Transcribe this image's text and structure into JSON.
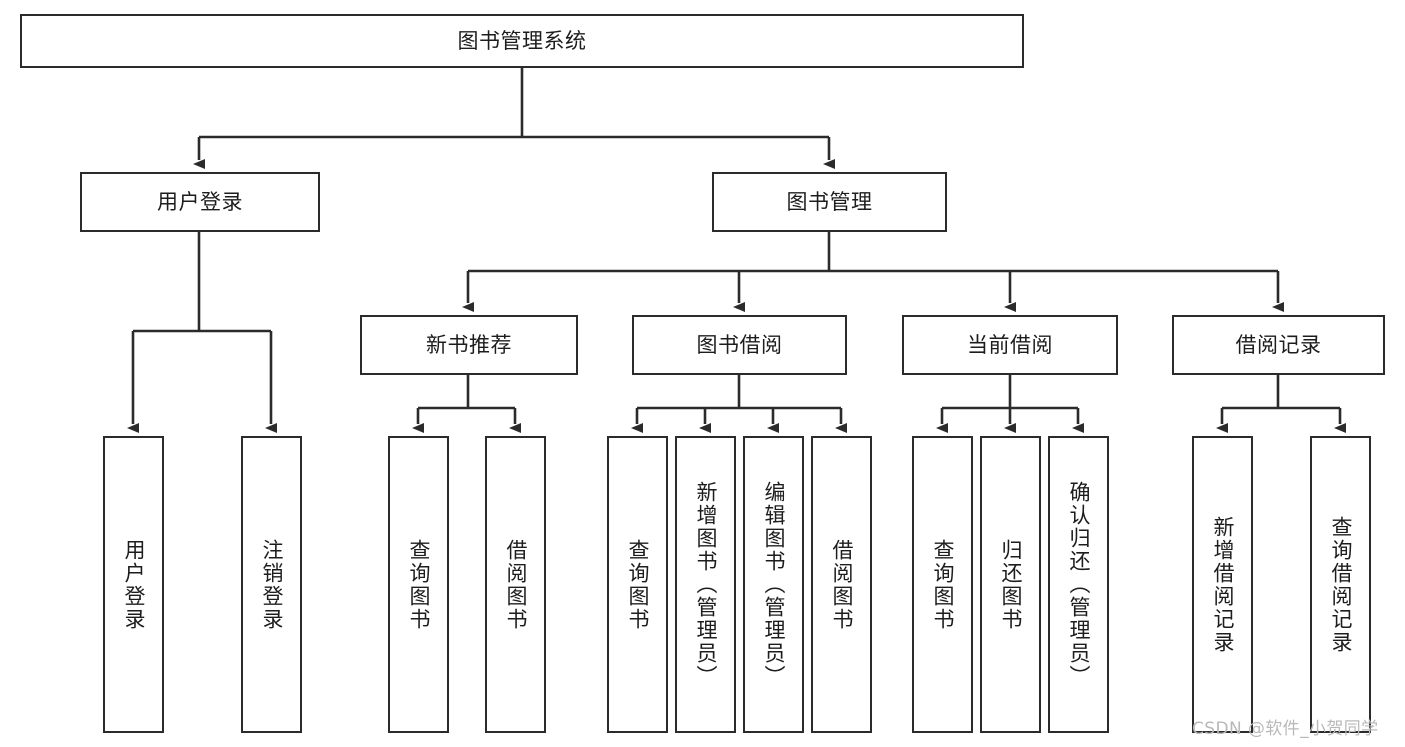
{
  "diagram": {
    "title": "图书管理系统",
    "type": "tree-hierarchy-diagram",
    "colors": {
      "box_border": "#2b2b2b",
      "box_fill": "#ffffff",
      "edge": "#2b2b2b",
      "text": "#1d1d1d",
      "background": "#ffffff",
      "watermark": "#b9b9b9"
    },
    "nodes": {
      "root": {
        "label": "图书管理系统",
        "orientation": "horizontal"
      },
      "level1": [
        {
          "label": "用户登录",
          "orientation": "horizontal"
        },
        {
          "label": "图书管理",
          "orientation": "horizontal"
        }
      ],
      "level2": [
        {
          "label": "新书推荐",
          "orientation": "horizontal"
        },
        {
          "label": "图书借阅",
          "orientation": "horizontal"
        },
        {
          "label": "当前借阅",
          "orientation": "horizontal"
        },
        {
          "label": "借阅记录",
          "orientation": "horizontal"
        }
      ],
      "leaves": {
        "user_login": [
          {
            "label": "用户登录",
            "orientation": "vertical"
          },
          {
            "label": "注销登录",
            "orientation": "vertical"
          }
        ],
        "new_book_recommend": [
          {
            "label": "查询图书",
            "orientation": "vertical"
          },
          {
            "label": "借阅图书",
            "orientation": "vertical"
          }
        ],
        "book_borrow": [
          {
            "label": "查询图书",
            "orientation": "vertical"
          },
          {
            "label": "新增图书（管理员）",
            "orientation": "vertical"
          },
          {
            "label": "编辑图书（管理员）",
            "orientation": "vertical"
          },
          {
            "label": "借阅图书",
            "orientation": "vertical"
          }
        ],
        "current_borrow": [
          {
            "label": "查询图书",
            "orientation": "vertical"
          },
          {
            "label": "归还图书",
            "orientation": "vertical"
          },
          {
            "label": "确认归还（管理员）",
            "orientation": "vertical"
          }
        ],
        "borrow_record": [
          {
            "label": "新增借阅记录",
            "orientation": "vertical"
          },
          {
            "label": "查询借阅记录",
            "orientation": "vertical"
          }
        ]
      }
    }
  },
  "watermark": {
    "text": "CSDN @软件_小贺同学"
  }
}
